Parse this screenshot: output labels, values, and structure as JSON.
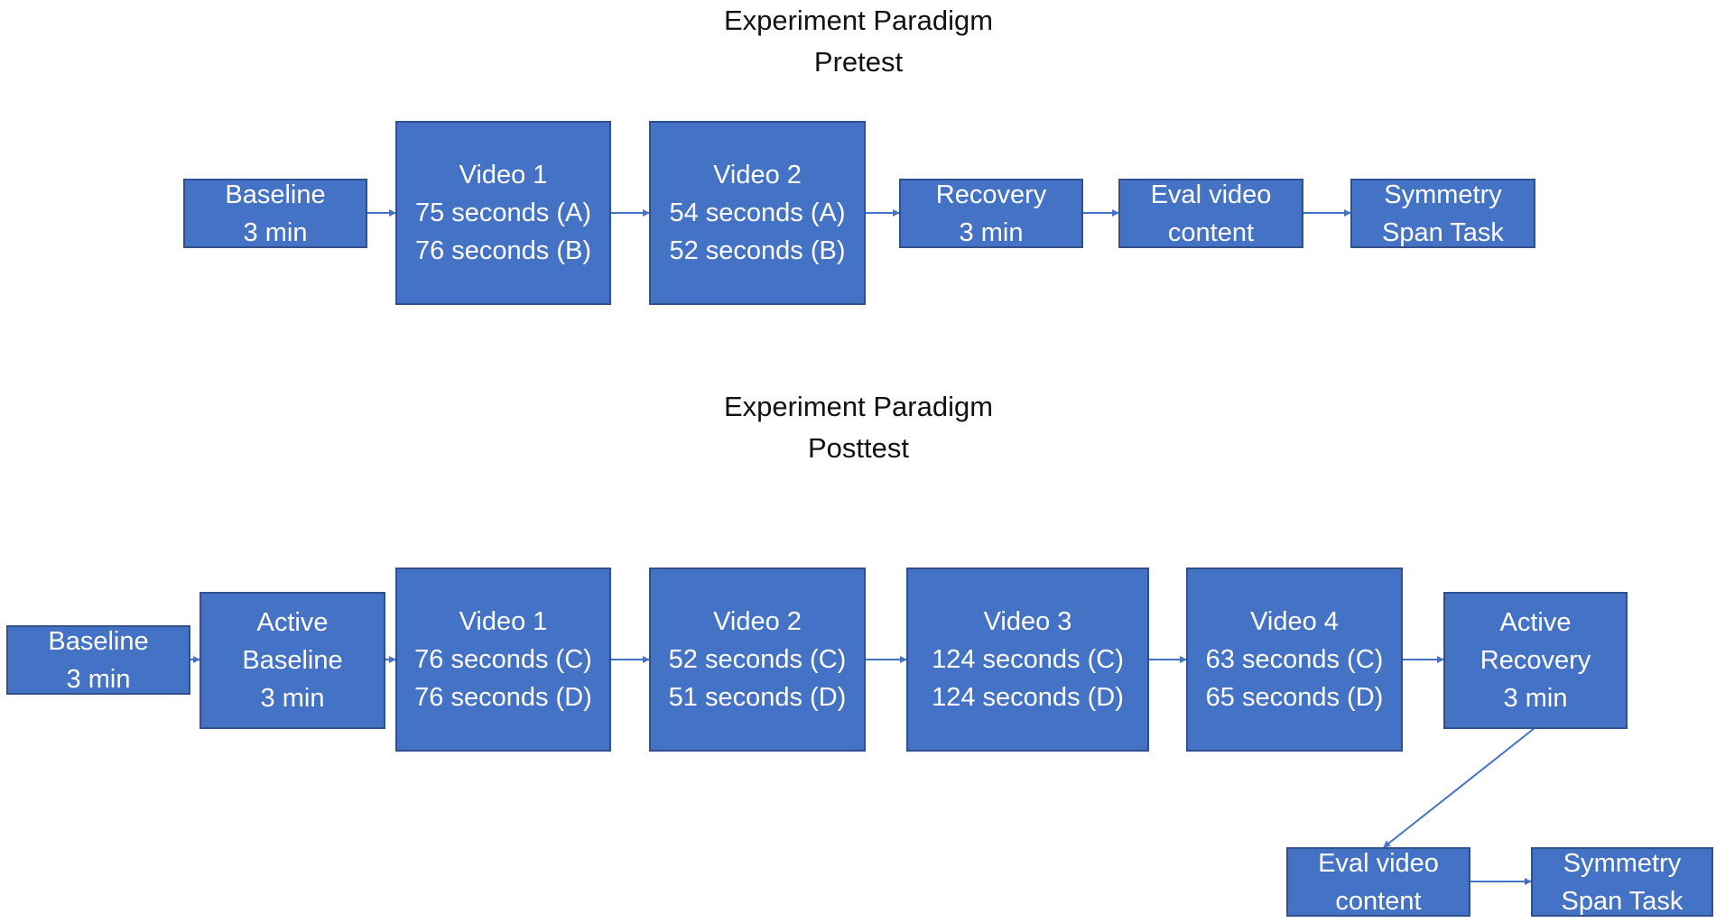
{
  "pretest": {
    "title": "Experiment Paradigm\nPretest",
    "steps": [
      "Baseline\n3 min",
      "Video 1\n75 seconds (A)\n76 seconds (B)",
      "Video 2\n54 seconds (A)\n52 seconds (B)",
      "Recovery\n3 min",
      "Eval video\ncontent",
      "Symmetry\nSpan Task"
    ]
  },
  "posttest": {
    "title": "Experiment Paradigm\nPosttest",
    "steps": [
      "Baseline\n3 min",
      "Active\nBaseline\n3 min",
      "Video 1\n76 seconds (C)\n76 seconds (D)",
      "Video 2\n52 seconds (C)\n51 seconds (D)",
      "Video 3\n124 seconds (C)\n124 seconds (D)",
      "Video 4\n63 seconds (C)\n65 seconds (D)",
      "Active\nRecovery\n3 min",
      "Eval video\ncontent",
      "Symmetry\nSpan Task"
    ]
  },
  "colors": {
    "box_fill": "#4472c4",
    "box_border": "#2f528f",
    "box_text": "#ffffff",
    "connector": "#4472c4"
  }
}
